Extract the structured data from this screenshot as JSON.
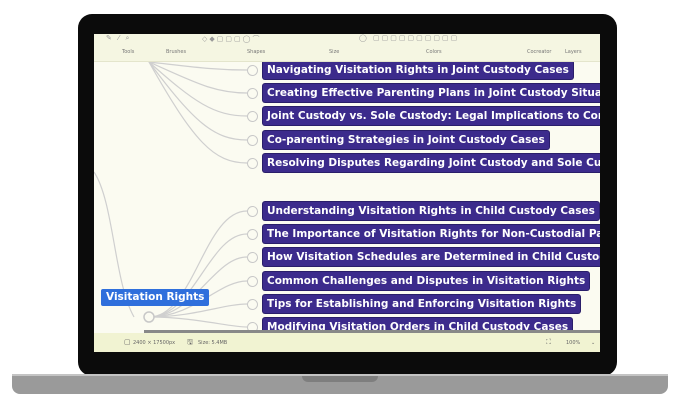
{
  "toolbar": {
    "groups": [
      "Tools",
      "Brushes",
      "Shapes",
      "Size",
      "Colors",
      "Cocreator",
      "Layers"
    ]
  },
  "mindmap": {
    "root": "Visitation Rights",
    "nodes": [
      "Navigating Visitation Rights in Joint Custody Cases",
      "Creating Effective Parenting Plans in Joint Custody Situations",
      "Joint Custody vs. Sole Custody: Legal Implications to Consider",
      "Co-parenting Strategies in Joint Custody Cases",
      "Resolving Disputes Regarding Joint Custody and Sole Custody",
      "Understanding Visitation Rights in Child Custody Cases",
      "The Importance of Visitation Rights for Non-Custodial Parents",
      "How Visitation Schedules are Determined in Child Custody Cases",
      "Common Challenges and Disputes in Visitation Rights",
      "Tips for Establishing and Enforcing Visitation Rights",
      "Modifying Visitation Orders in Child Custody Cases"
    ]
  },
  "status": {
    "dimensions": "2400 × 17500px",
    "size": "Size: 5.4MB",
    "zoom": "100%"
  },
  "colors": {
    "node": "#3c2b8c",
    "root": "#2f6fdc"
  }
}
